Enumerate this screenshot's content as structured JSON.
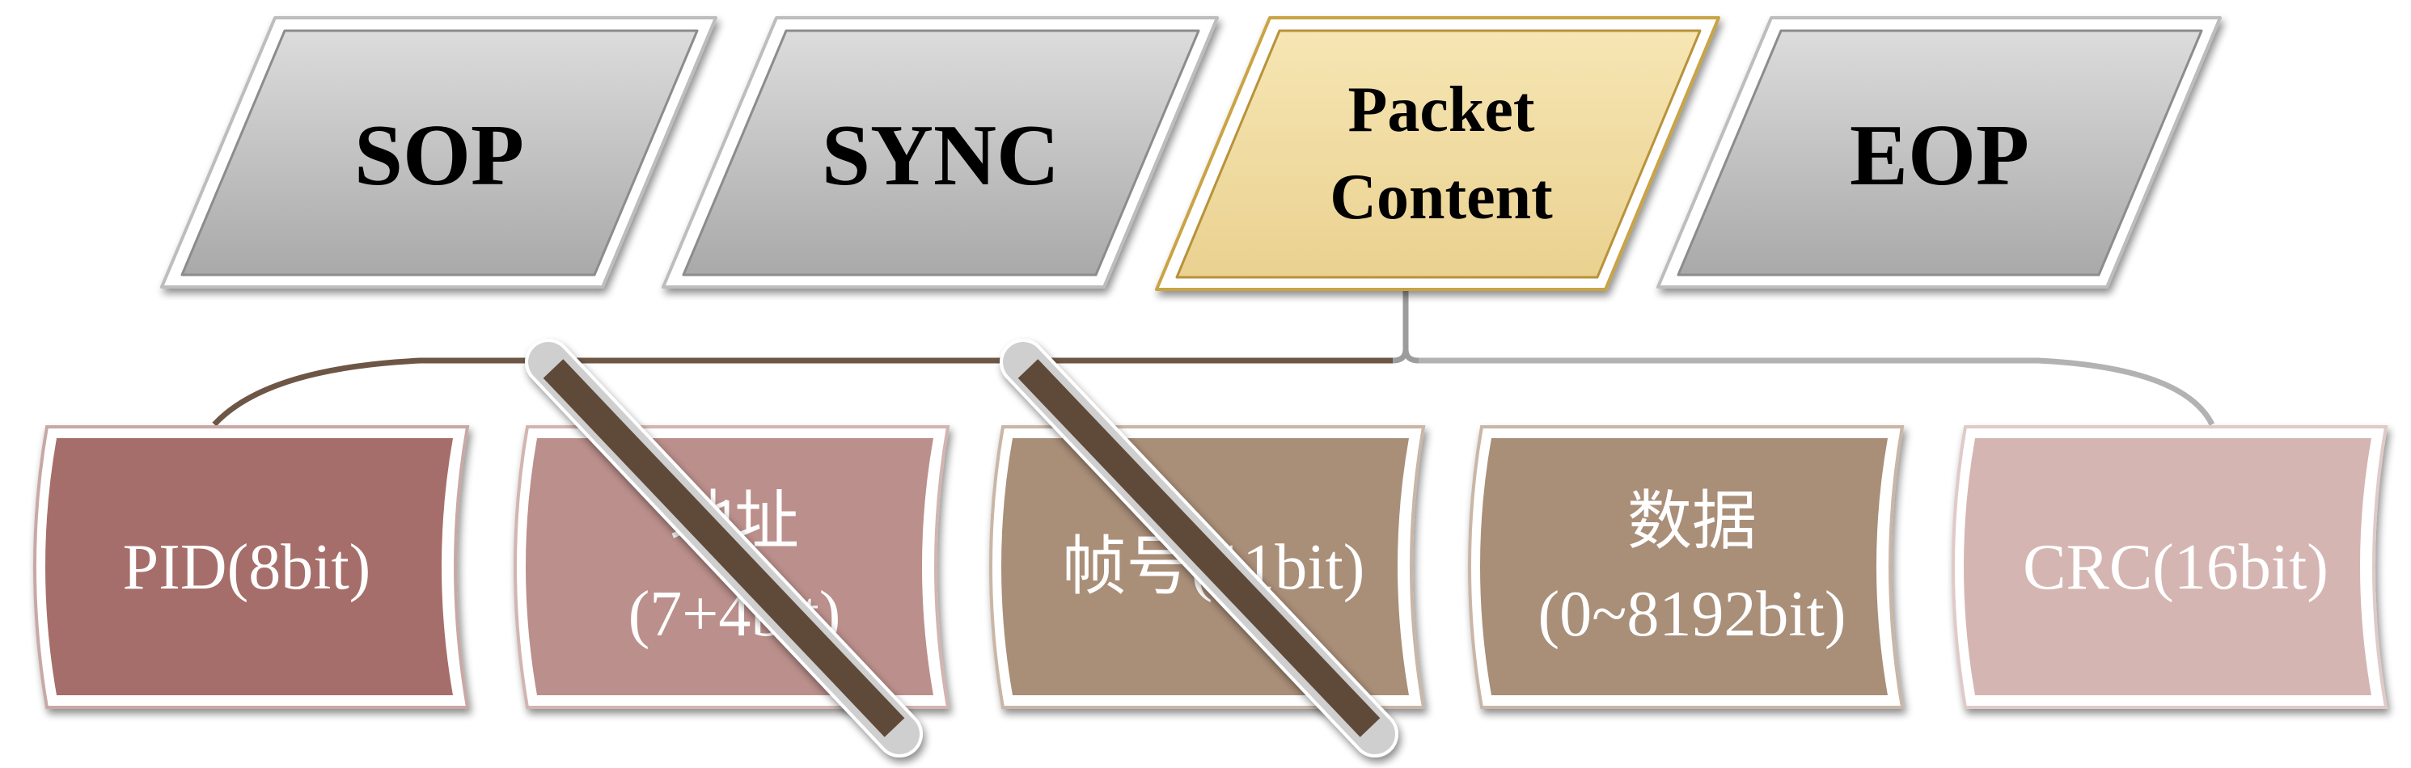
{
  "top_row": [
    {
      "id": "sop",
      "label": "SOP",
      "fill": "#bdbdbd",
      "highlight": false
    },
    {
      "id": "sync",
      "label": "SYNC",
      "fill": "#bdbdbd",
      "highlight": false
    },
    {
      "id": "packet-content",
      "line1": "Packet",
      "line2": "Content",
      "fill": "#f1dc9e",
      "highlight": true
    },
    {
      "id": "eop",
      "label": "EOP",
      "fill": "#bdbdbd",
      "highlight": false
    }
  ],
  "bottom_row": [
    {
      "id": "pid",
      "line1": "PID(8bit)",
      "line2": "",
      "fill": "#a66e6a",
      "struck": false
    },
    {
      "id": "address",
      "line1": "地址",
      "line2": "(7+4bit)",
      "fill": "#bb8f8b",
      "struck": true
    },
    {
      "id": "frame",
      "line1": "帧号(11bit)",
      "line2": "",
      "fill": "#a98e78",
      "struck": true
    },
    {
      "id": "data",
      "line1": "数据",
      "line2": "(0~8192bit)",
      "fill": "#a98e78",
      "struck": false
    },
    {
      "id": "crc",
      "line1": "CRC(16bit)",
      "line2": "",
      "fill": "#d5b5b2",
      "struck": false
    }
  ],
  "colors": {
    "connector": "#8a8a8a",
    "strike": "#5e4a38"
  }
}
